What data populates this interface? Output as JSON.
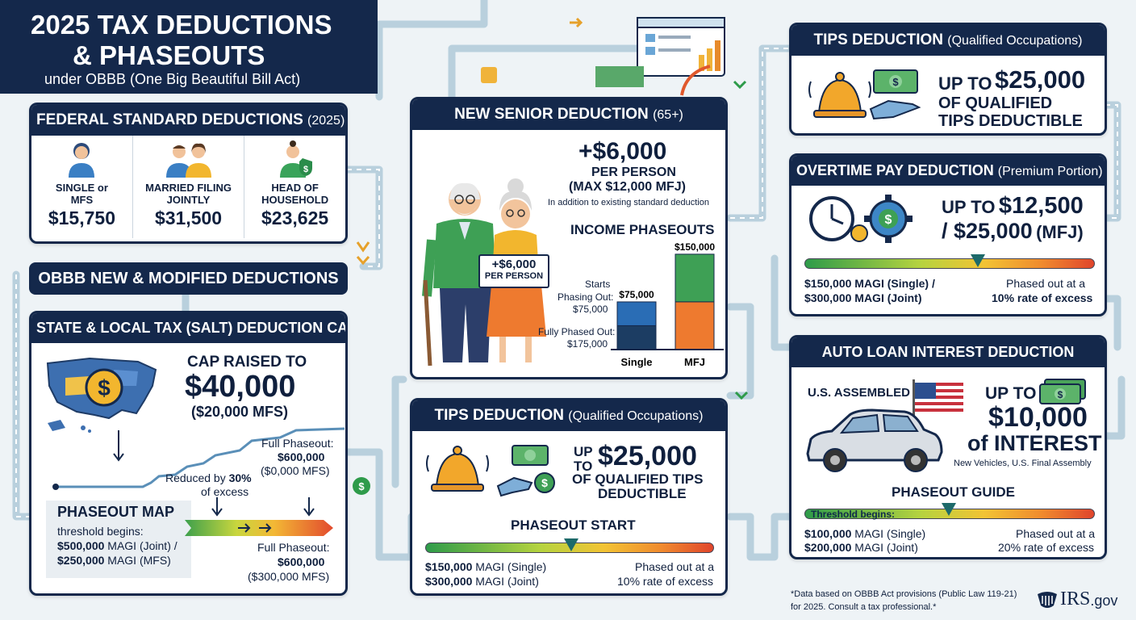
{
  "title": {
    "line1": "2025 TAX DEDUCTIONS",
    "line2": "& PHASEOUTS",
    "subtitle": "under OBBB (One Big Beautiful Bill Act)"
  },
  "standard": {
    "header": "FEDERAL STANDARD DEDUCTIONS",
    "header_year": "(2025)",
    "items": [
      {
        "label1": "SINGLE or",
        "label2": "MFS",
        "amount": "$15,750",
        "icon": "single-person-icon"
      },
      {
        "label1": "MARRIED FILING",
        "label2": "JOINTLY",
        "amount": "$31,500",
        "icon": "couple-icon"
      },
      {
        "label1": "HEAD OF",
        "label2": "HOUSEHOLD",
        "amount": "$23,625",
        "icon": "head-of-household-icon"
      }
    ]
  },
  "obbb_banner": "OBBB NEW & MODIFIED DEDUCTIONS",
  "salt": {
    "header": "STATE & LOCAL TAX (SALT) DEDUCTION CAP",
    "cap_label": "CAP RAISED TO",
    "cap_amount": "$40,000",
    "cap_mfs": "($20,000 MFS)",
    "full_phaseout_top_label": "Full Phaseout:",
    "full_phaseout_top_amount": "$600,000",
    "full_phaseout_top_mfs": "($0,000 MFS)",
    "reduced_by_prefix": "Reduced by",
    "reduced_by_pct": "30%",
    "reduced_by_suffix": "of excess",
    "map_title": "PHASEOUT MAP",
    "threshold_label": "threshold begins:",
    "threshold_joint_amount": "$500,000",
    "threshold_joint_suffix": "MAGI (Joint) /",
    "threshold_mfs_amount": "$250,000",
    "threshold_mfs_suffix": "MAGI (MFS)",
    "full_phaseout_bottom_label": "Full Phaseout:",
    "full_phaseout_bottom_amount": "$600,000",
    "full_phaseout_bottom_mfs": "($300,000 MFS)"
  },
  "senior": {
    "header": "NEW SENIOR DEDUCTION",
    "header_age": "(65+)",
    "amount": "+$6,000",
    "per_person": "PER PERSON",
    "max": "(MAX $12,000 MFJ)",
    "note": "In addition to existing standard deduction",
    "sign_amount": "+$6,000",
    "sign_label": "PER PERSON",
    "phaseout_title": "INCOME PHASEOUTS",
    "starts_label_1": "Starts",
    "starts_label_2": "Phasing Out:",
    "starts_amount": "$75,000",
    "fully_label": "Fully Phased Out:",
    "fully_amount": "$175,000",
    "bar_single_top": "$75,000",
    "bar_mfj_top": "$150,000"
  },
  "chart_data": {
    "type": "bar",
    "title": "INCOME PHASEOUTS",
    "categories": [
      "Single",
      "MFJ"
    ],
    "series": [
      {
        "values": [
          75000,
          150000
        ]
      }
    ]
  },
  "tips_center": {
    "header": "TIPS DEDUCTION",
    "header_sub": "(Qualified Occupations)",
    "up_to_1": "UP",
    "up_to_2": "TO",
    "amount": "$25,000",
    "line2": "OF QUALIFIED TIPS",
    "line3": "DEDUCTIBLE",
    "phaseout_title": "PHASEOUT START",
    "left_1_amount": "$150,000",
    "left_1_suffix": "MAGI (Single)",
    "left_2_amount": "$300,000",
    "left_2_suffix": "MAGI (Joint)",
    "right_1": "Phased out at a",
    "right_2": "10% rate of excess"
  },
  "tips_right": {
    "header": "TIPS DEDUCTION",
    "header_sub": "(Qualified Occupations)",
    "up_to": "UP TO",
    "amount": "$25,000",
    "line2": "OF QUALIFIED",
    "line3": "TIPS DEDUCTIBLE"
  },
  "overtime": {
    "header": "OVERTIME PAY DEDUCTION",
    "header_sub": "(Premium Portion)",
    "up_to": "UP TO",
    "amount": "$12,500",
    "amount_mfj": "/ $25,000",
    "mfj": "(MFJ)",
    "left_1": "$150,000 MAGI (Single) /",
    "left_2": "$300,000 MAGI (Joint)",
    "right_1": "Phased out at a",
    "right_2": "10% rate of excess"
  },
  "auto": {
    "header": "AUTO LOAN INTEREST DEDUCTION",
    "assembled": "U.S. ASSEMBLED",
    "up_to": "UP TO",
    "amount": "$10,000",
    "of_interest": "of INTEREST",
    "note": "New Vehicles, U.S. Final Assembly",
    "guide_title": "PHASEOUT GUIDE",
    "threshold_label": "Threshold begins:",
    "left_1_amount": "$100,000",
    "left_1_suffix": "MAGI (Single)",
    "left_2_amount": "$200,000",
    "left_2_suffix": "MAGI (Joint)",
    "right_1": "Phased out at a",
    "right_2": "20% rate of excess"
  },
  "footer": {
    "note_1": "*Data based on OBBB Act provisions (Public Law 119-21)",
    "note_2": "for 2025. Consult a tax professional.*",
    "logo_text": "IRS",
    "logo_suffix": ".gov"
  },
  "colors": {
    "navy": "#14284b",
    "green": "#2e9b4a",
    "orange": "#f08a2e",
    "blue_bar": "#2a6db5",
    "pipe": "#a9c3d3"
  }
}
